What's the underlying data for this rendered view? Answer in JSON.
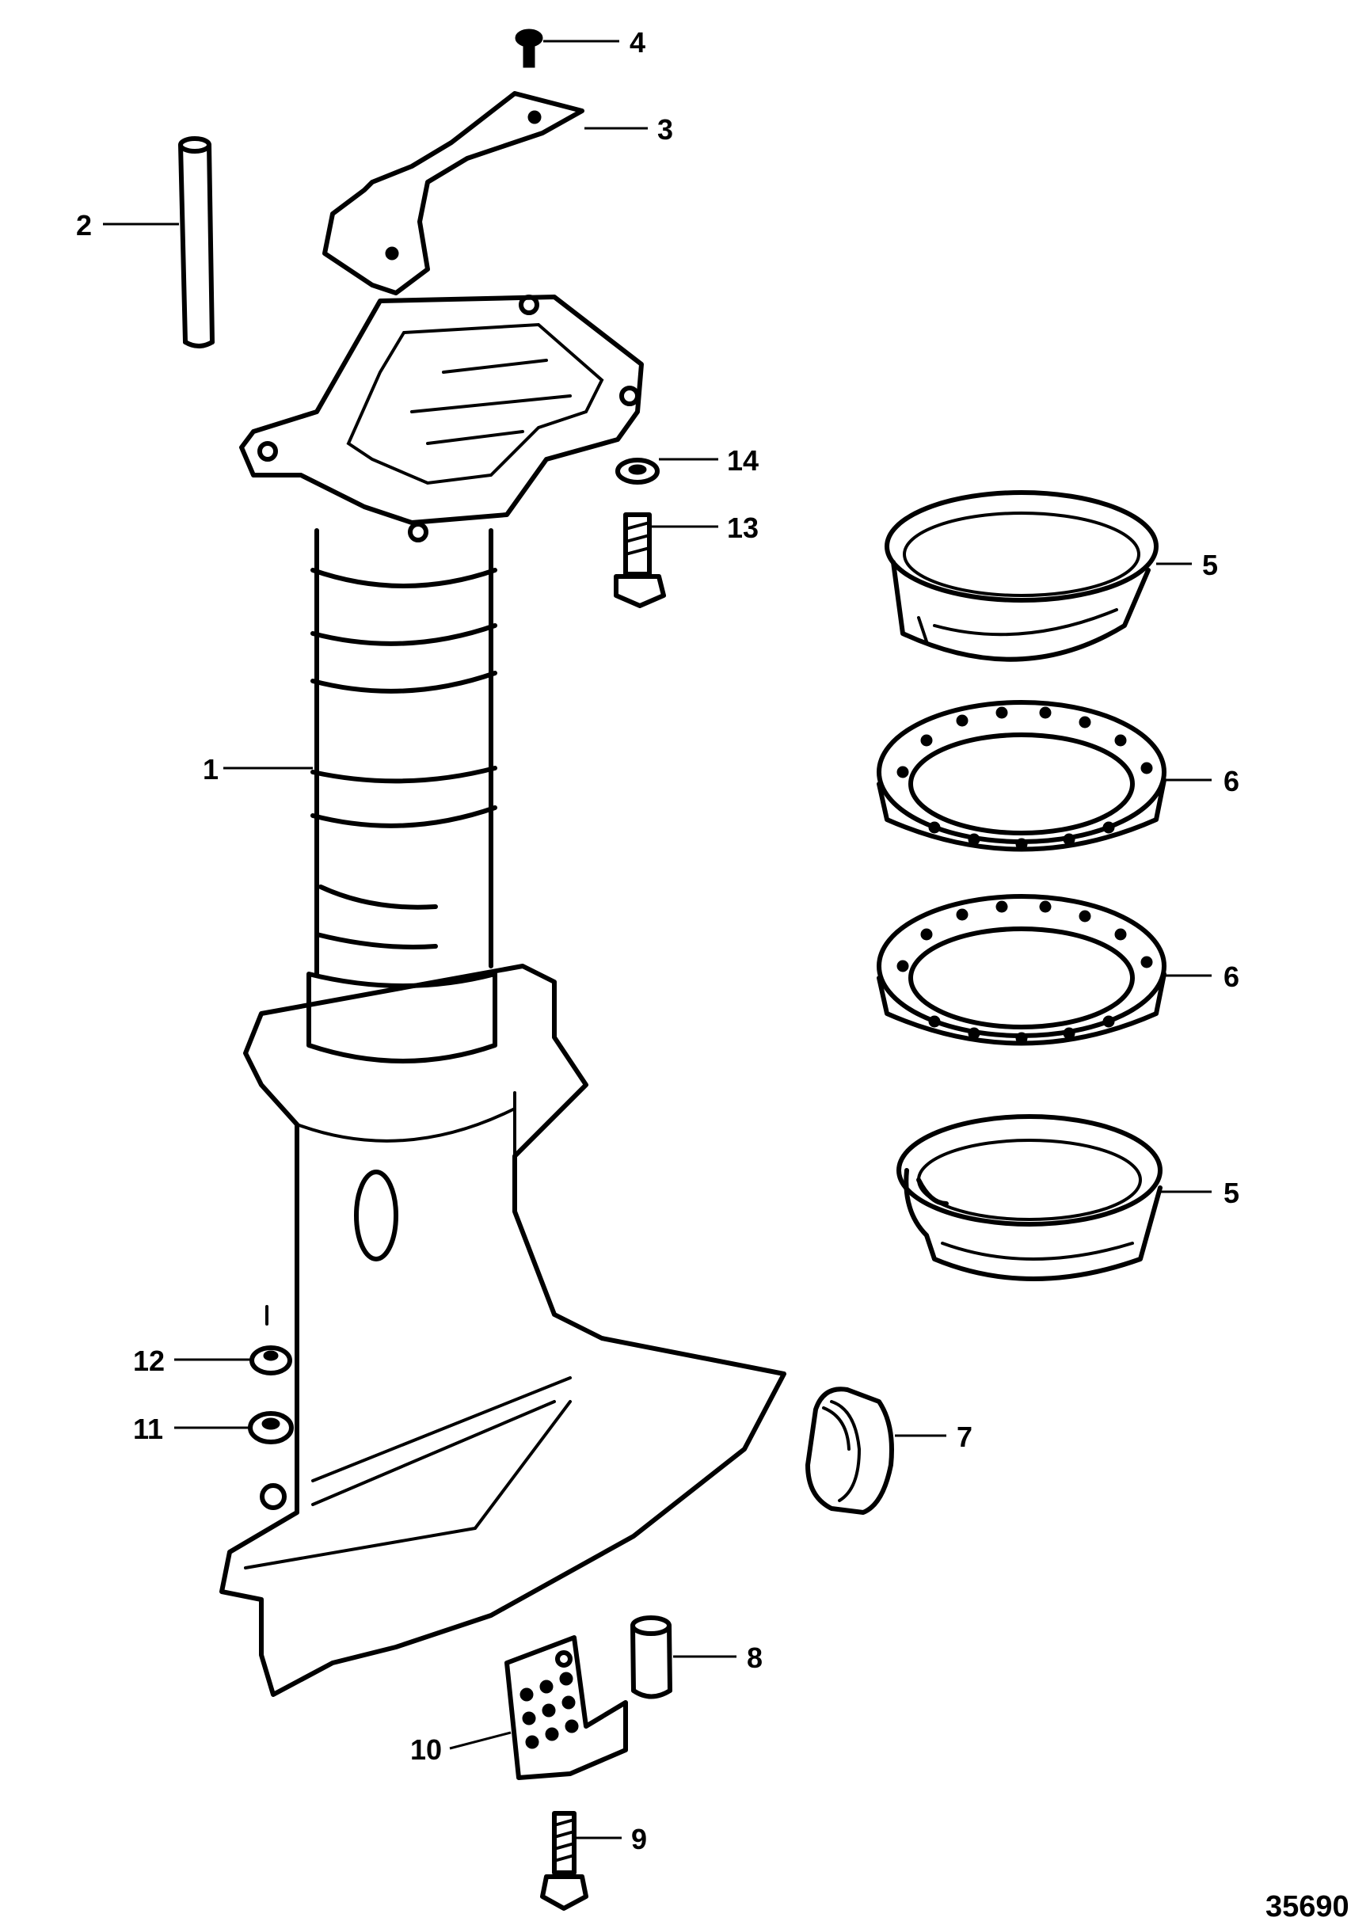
{
  "diagram": {
    "figure_number": "35690",
    "callouts": [
      {
        "id": "1",
        "label": "1"
      },
      {
        "id": "2",
        "label": "2"
      },
      {
        "id": "3",
        "label": "3"
      },
      {
        "id": "4",
        "label": "4"
      },
      {
        "id": "5a",
        "label": "5"
      },
      {
        "id": "5b",
        "label": "5"
      },
      {
        "id": "6a",
        "label": "6"
      },
      {
        "id": "6b",
        "label": "6"
      },
      {
        "id": "7",
        "label": "7"
      },
      {
        "id": "8",
        "label": "8"
      },
      {
        "id": "9",
        "label": "9"
      },
      {
        "id": "10",
        "label": "10"
      },
      {
        "id": "11",
        "label": "11"
      },
      {
        "id": "12",
        "label": "12"
      },
      {
        "id": "13",
        "label": "13"
      },
      {
        "id": "14",
        "label": "14"
      }
    ]
  }
}
